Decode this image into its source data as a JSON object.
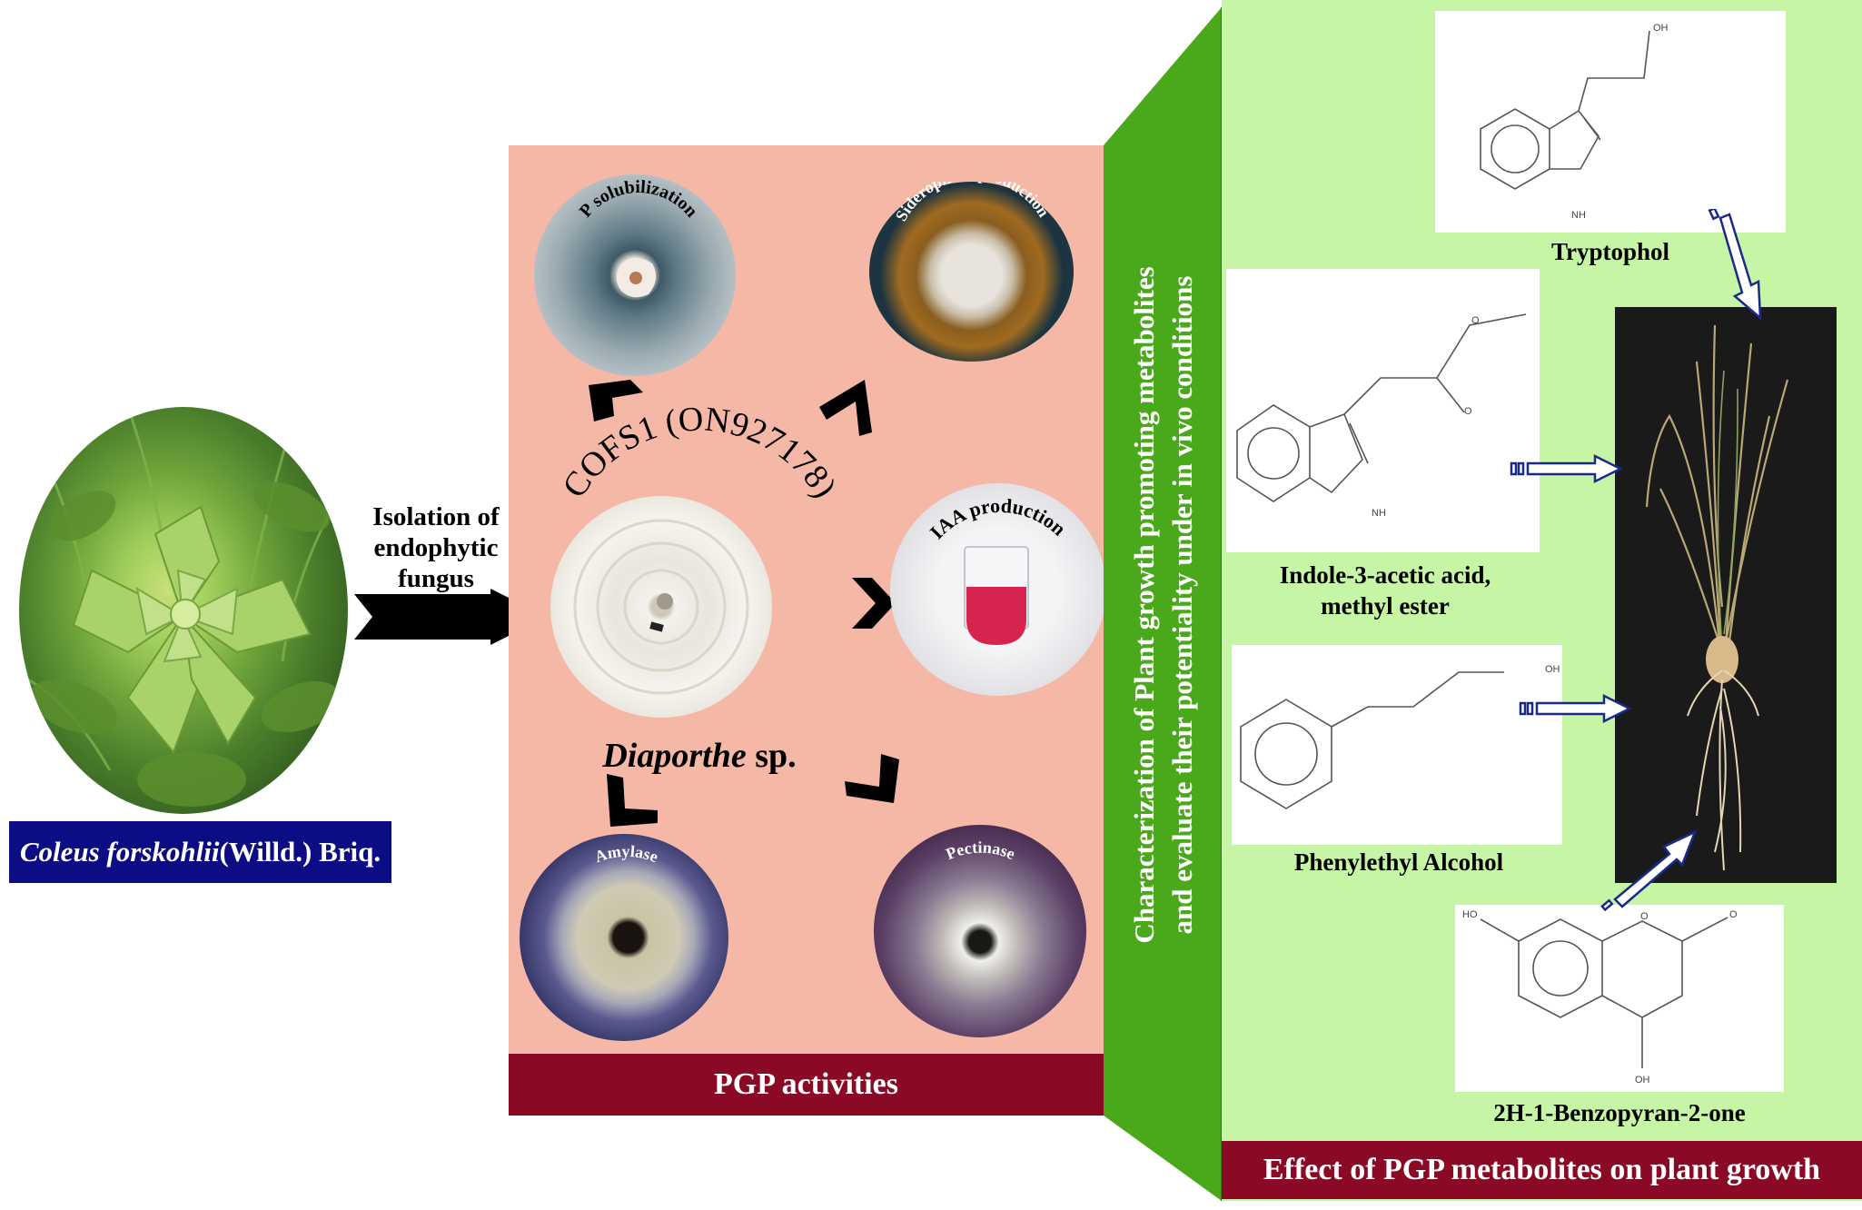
{
  "plant": {
    "name_italic": "Coleus forskohlii",
    "name_rest": " (Willd.) Briq."
  },
  "isolation_text": {
    "line1": "Isolation of",
    "line2": "endophytic",
    "line3": "fungus"
  },
  "center_fungus": {
    "strain": "COFS1 (ON927178)",
    "genus_italic": "Diaporthe",
    "genus_rest": " sp."
  },
  "assays": {
    "p_solubilization": "P solubilization",
    "siderophore": "Siderophore production",
    "iaa": "IAA production",
    "amylase": "Amylase",
    "pectinase": "Pectinase"
  },
  "pgp_bar": "PGP activities",
  "vertical_caption": {
    "line1": "Characterization of Plant growth promoting metabolites",
    "line2": "and evaluate their potentiality under in vivo conditions"
  },
  "compounds": {
    "tryptophol": "Tryptophol",
    "iaa_methyl_ester_line1": "Indole-3-acetic acid,",
    "iaa_methyl_ester_line2": "methyl ester",
    "phenylethyl": "Phenylethyl Alcohol",
    "benzopyran": "2H-1-Benzopyran-2-one"
  },
  "atom_labels": {
    "oh": "OH",
    "nh": "NH",
    "o": "O",
    "ho": "HO"
  },
  "effect_bar": "Effect of PGP metabolites on plant growth",
  "colors": {
    "pgp_panel": "#f5b7a6",
    "maroon_bar": "#8a0a25",
    "navy_label": "#0c0c84",
    "green_panel": "#c6f5a6",
    "dark_green_band": "#4aa81b",
    "arrow_blue": "#1a2a8a"
  }
}
